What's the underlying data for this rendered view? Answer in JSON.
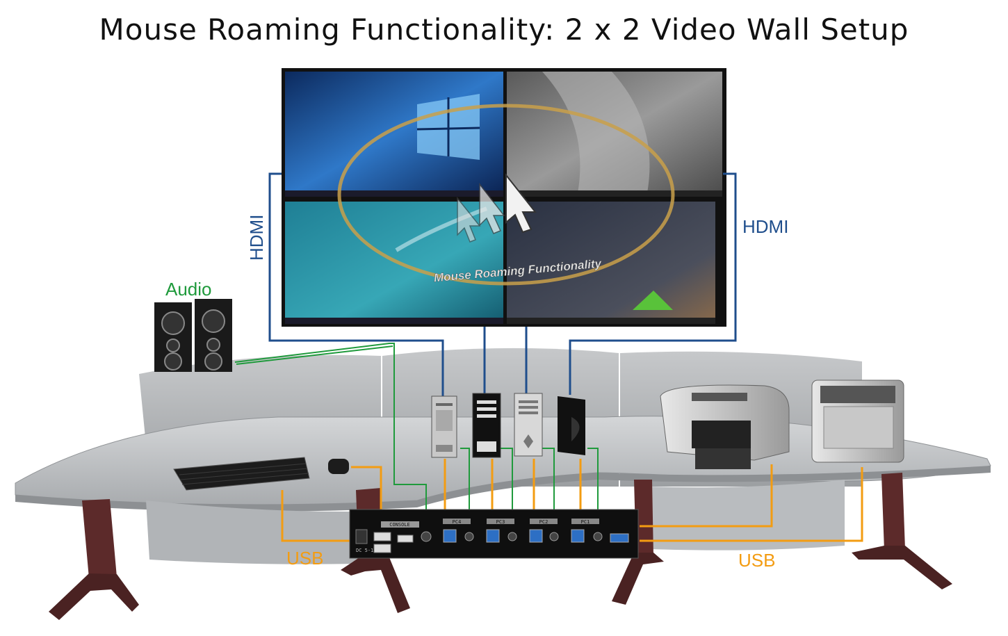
{
  "title": "Mouse Roaming Functionality: 2 x 2 Video Wall Setup",
  "labels": {
    "hdmi_left": "HDMI",
    "hdmi_right": "HDMI",
    "audio": "Audio",
    "usb_left": "USB",
    "usb_right": "USB",
    "mouse_roaming": "Mouse Roaming Functionality"
  },
  "kvm": {
    "console_label": "CONSOLE",
    "ports": [
      "PC4",
      "PC3",
      "PC2",
      "PC1"
    ],
    "dc_label": "DC 5-12V"
  },
  "colors": {
    "hdmi": "#1f4e8c",
    "audio": "#1f9a3c",
    "usb": "#f39c12",
    "roam_ellipse": "#c9a04a"
  },
  "icons": [
    "speaker-icon",
    "keyboard-icon",
    "mouse-icon",
    "pc-tower-icon",
    "printer-icon",
    "monitor-icon",
    "kvm-switch-icon",
    "cursor-icon"
  ]
}
